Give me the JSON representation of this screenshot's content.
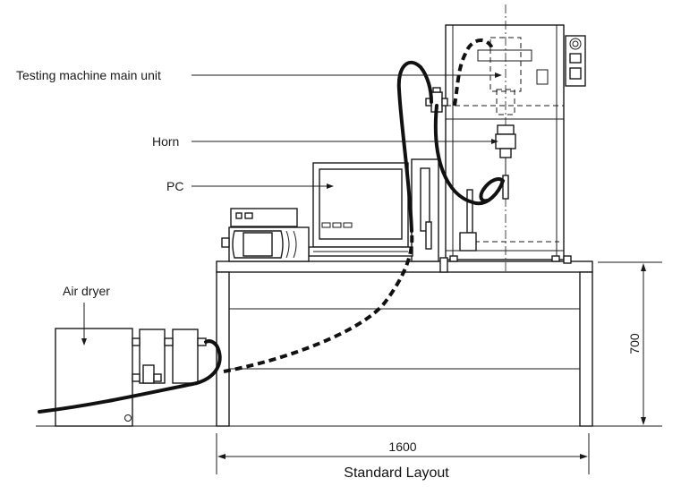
{
  "labels": {
    "main_unit": "Testing machine main unit",
    "horn": "Horn",
    "pc": "PC",
    "air_dryer": "Air dryer"
  },
  "dimensions": {
    "width": "1600",
    "height": "700"
  },
  "caption": "Standard Layout"
}
